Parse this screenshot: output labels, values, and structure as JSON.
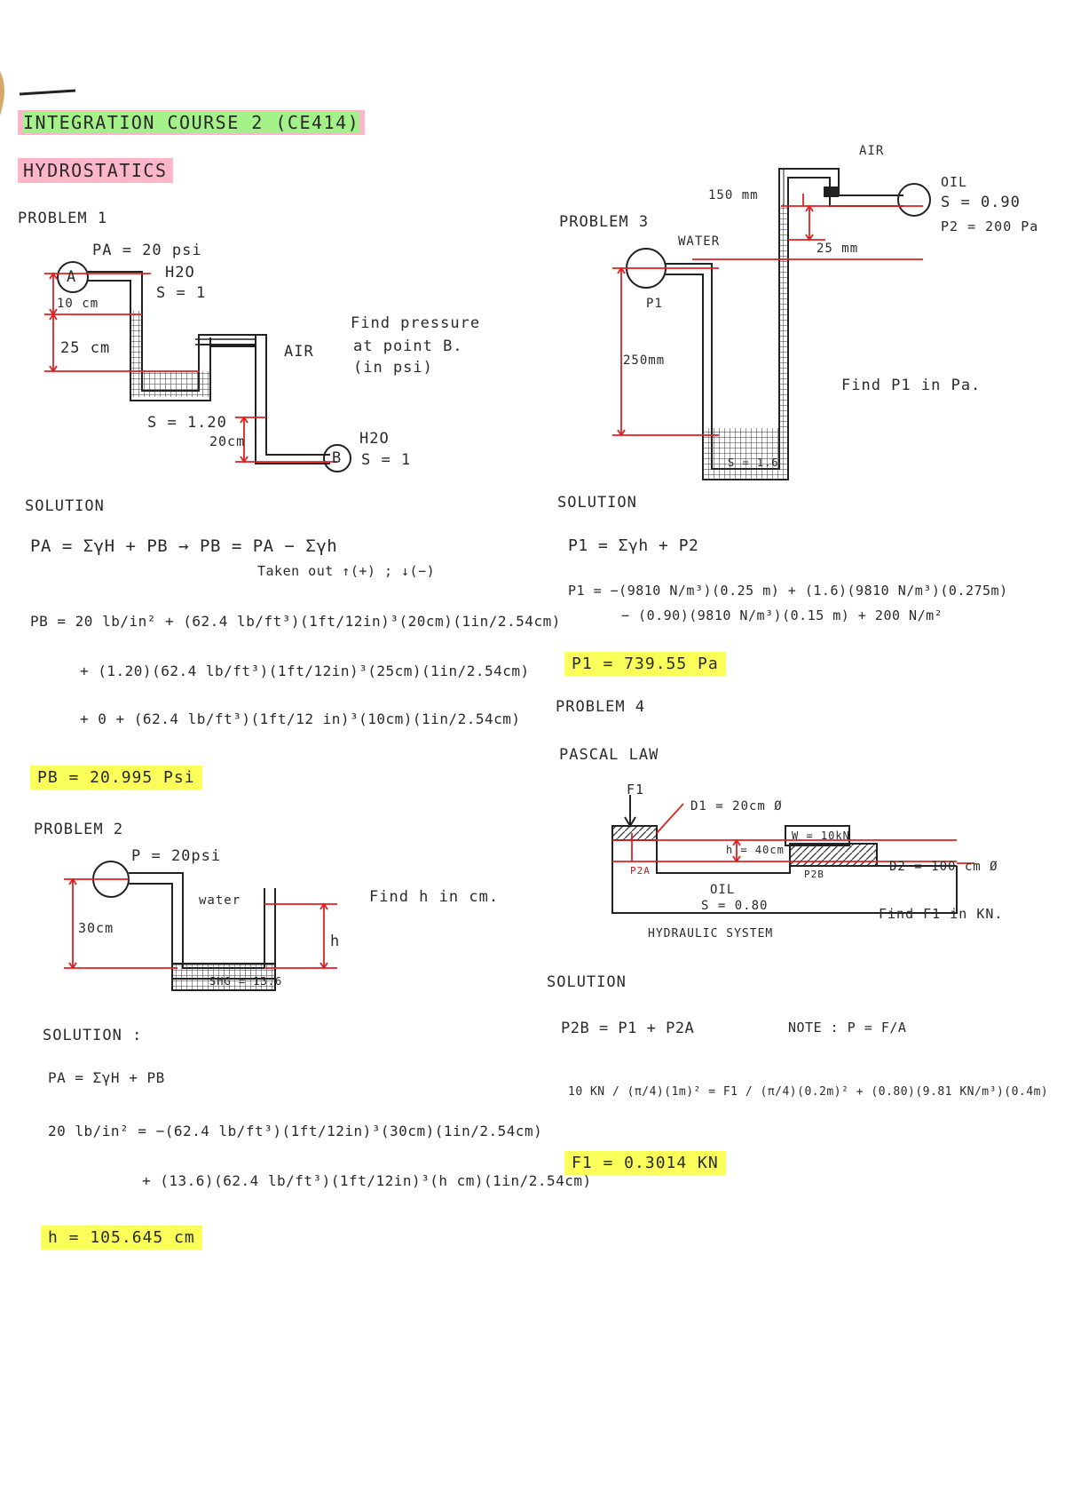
{
  "header": {
    "course": "INTEGRATION COURSE 2 (CE414)",
    "topic": "HYDROSTATICS"
  },
  "problem1": {
    "title": "PROBLEM 1",
    "pa": "PA = 20 psi",
    "water": "H2O",
    "s_water": "S = 1",
    "point_a": "A",
    "dim_10": "10 cm",
    "dim_25": "25 cm",
    "s_120": "S = 1.20",
    "air": "AIR",
    "dim_20": "20cm",
    "water_b": "H2O",
    "s_b": "S = 1",
    "point_b": "B",
    "task1": "Find pressure",
    "task2": "at point B.",
    "task3": "(in psi)",
    "solution": "SOLUTION",
    "eq1": "PA = ΣγH + PB  →  PB = PA − Σγh",
    "sign": "Taken out ↑(+) ; ↓(−)",
    "eq2": "PB = 20 lb/in² + (62.4 lb/ft³)(1ft/12in)³(20cm)(1in/2.54cm)",
    "eq3": "+ (1.20)(62.4 lb/ft³)(1ft/12in)³(25cm)(1in/2.54cm)",
    "eq4": "+ 0 + (62.4 lb/ft³)(1ft/12 in)³(10cm)(1in/2.54cm)",
    "answer": "PB = 20.995 Psi"
  },
  "problem2": {
    "title": "PROBLEM 2",
    "p": "P = 20psi",
    "water": "water",
    "dim_30": "30cm",
    "s_hg": "SHG = 13.6",
    "h": "h",
    "task": "Find h in cm.",
    "solution": "SOLUTION :",
    "eq1": "PA = ΣγH + PB",
    "eq2": "20 lb/in² = −(62.4 lb/ft³)(1ft/12in)³(30cm)(1in/2.54cm)",
    "eq3": "+ (13.6)(62.4 lb/ft³)(1ft/12in)³(h cm)(1in/2.54cm)",
    "answer": "h = 105.645 cm"
  },
  "problem3": {
    "title": "PROBLEM 3",
    "air": "AIR",
    "oil": "OIL",
    "s_oil": "S = 0.90",
    "p2": "P2 = 200 Pa",
    "dim_150": "150 mm",
    "water": "WATER",
    "dim_25": "25 mm",
    "p1": "P1",
    "dim_250": "250mm",
    "s_16": "S = 1.6",
    "task": "Find P1 in Pa.",
    "solution": "SOLUTION",
    "eq1": "P1 = Σγh + P2",
    "eq2": "P1 = −(9810 N/m³)(0.25 m) + (1.6)(9810 N/m³)(0.275m)",
    "eq3": "− (0.90)(9810 N/m³)(0.15 m) + 200 N/m²",
    "answer": "P1 = 739.55 Pa"
  },
  "problem4": {
    "title": "PROBLEM 4",
    "subtitle": "PASCAL LAW",
    "f1": "F1",
    "d1": "D1 = 20cm Ø",
    "h": "h = 40cm",
    "w": "W = 10kN",
    "p2a": "P2A",
    "p2b": "P2B",
    "oil": "OIL",
    "s_oil": "S = 0.80",
    "system": "HYDRAULIC SYSTEM",
    "d2": "D2 = 100 cm Ø",
    "task": "Find F1 in KN.",
    "solution": "SOLUTION",
    "eq1": "P2B = P1 + P2A",
    "note": "NOTE : P = F/A",
    "eq2": "10 KN / (π/4)(1m)²  =  F1 / (π/4)(0.2m)²  + (0.80)(9.81 KN/m³)(0.4m)",
    "answer": "F1 = 0.3014 KN"
  }
}
